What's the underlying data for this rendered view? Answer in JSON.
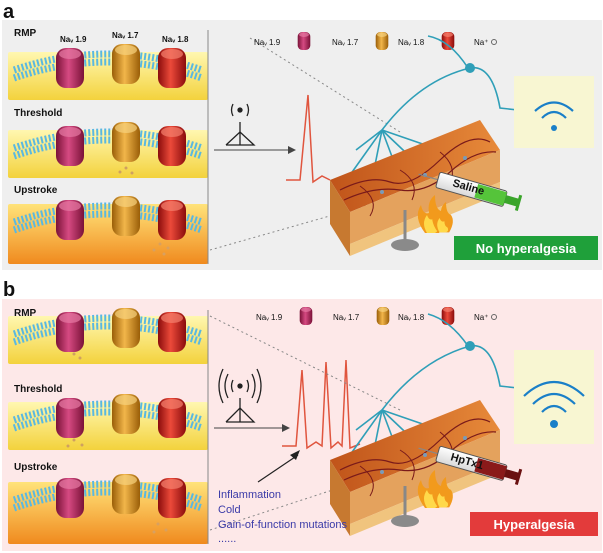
{
  "panels": [
    {
      "letter": "a",
      "channels": [
        "Naᵥ 1.9",
        "Naᵥ 1.7",
        "Naᵥ 1.8"
      ],
      "states": [
        "RMP",
        "Threshold",
        "Upstroke"
      ],
      "legend": [
        "Naᵥ 1.9",
        "Naᵥ 1.7",
        "Naᵥ 1.8",
        "Na⁺"
      ],
      "syringe_label": "Saline",
      "outcome": "No hyperalgesia",
      "outcome_color": "#1fa03a",
      "background": "#efefef"
    },
    {
      "letter": "b",
      "states": [
        "RMP",
        "Threshold",
        "Upstroke"
      ],
      "legend": [
        "Naᵥ 1.9",
        "Naᵥ 1.7",
        "Naᵥ 1.8",
        "Na⁺"
      ],
      "syringe_label": "HpTx1",
      "outcome": "Hyperalgesia",
      "outcome_color": "#e33b3b",
      "background": "#fde8e8",
      "factors": [
        "Inflammation",
        "Cold",
        "Gain-of-function mutations",
        "......"
      ]
    }
  ],
  "colors": {
    "nav19": "#b5265a",
    "nav17": "#d6941c",
    "nav18": "#c9201e",
    "membrane": "#5ab8e0",
    "spike": "#e0553e",
    "nerve": "#2f9fb8",
    "skin": "#d8752a",
    "factors_text": "#3a3aa8"
  }
}
